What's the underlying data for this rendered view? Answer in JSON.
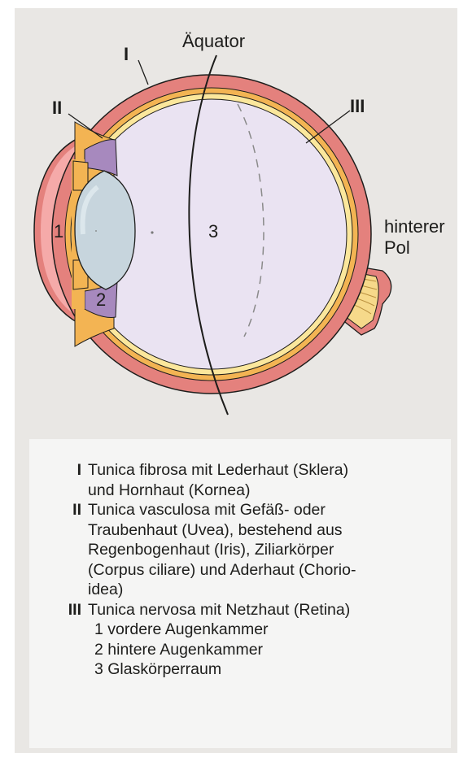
{
  "figure": {
    "labels": {
      "equator": "Äquator",
      "posterior_pole_line1": "hinterer",
      "posterior_pole_line2": "Pol",
      "layer_I": "I",
      "layer_II": "II",
      "layer_III": "III",
      "chamber_1": "1",
      "chamber_2": "2",
      "chamber_3": "3"
    },
    "colors": {
      "panel_background": "#e9e7e4",
      "legend_background": "#f5f5f4",
      "sclera": "#e4817d",
      "choroid": "#f3b453",
      "retina": "#fbe79c",
      "vitreous": "#eae3f2",
      "lens": "#c7d5dd",
      "cornea_chamber": "#f5aaa9",
      "ciliary_body": "#a789be",
      "optic_nerve": "#f6d98a",
      "outline": "#1d1d1b"
    }
  },
  "legend": {
    "entries": [
      {
        "numeral": "I",
        "lines": [
          "Tunica fibrosa mit Lederhaut (Sklera)",
          "und Hornhaut (Kornea)"
        ]
      },
      {
        "numeral": "II",
        "lines": [
          "Tunica vasculosa mit Gefäß- oder",
          "Traubenhaut (Uvea), bestehend aus",
          "Regenbogenhaut (Iris), Ziliarkörper",
          "(Corpus ciliare) und Aderhaut  (Chorio-",
          "idea)"
        ]
      },
      {
        "numeral": "III",
        "lines": [
          "Tunica nervosa mit Netzhaut (Retina)"
        ]
      }
    ],
    "chambers": [
      "1 vordere Augenkammer",
      "2 hintere Augenkammer",
      "3 Glaskörperraum"
    ]
  }
}
